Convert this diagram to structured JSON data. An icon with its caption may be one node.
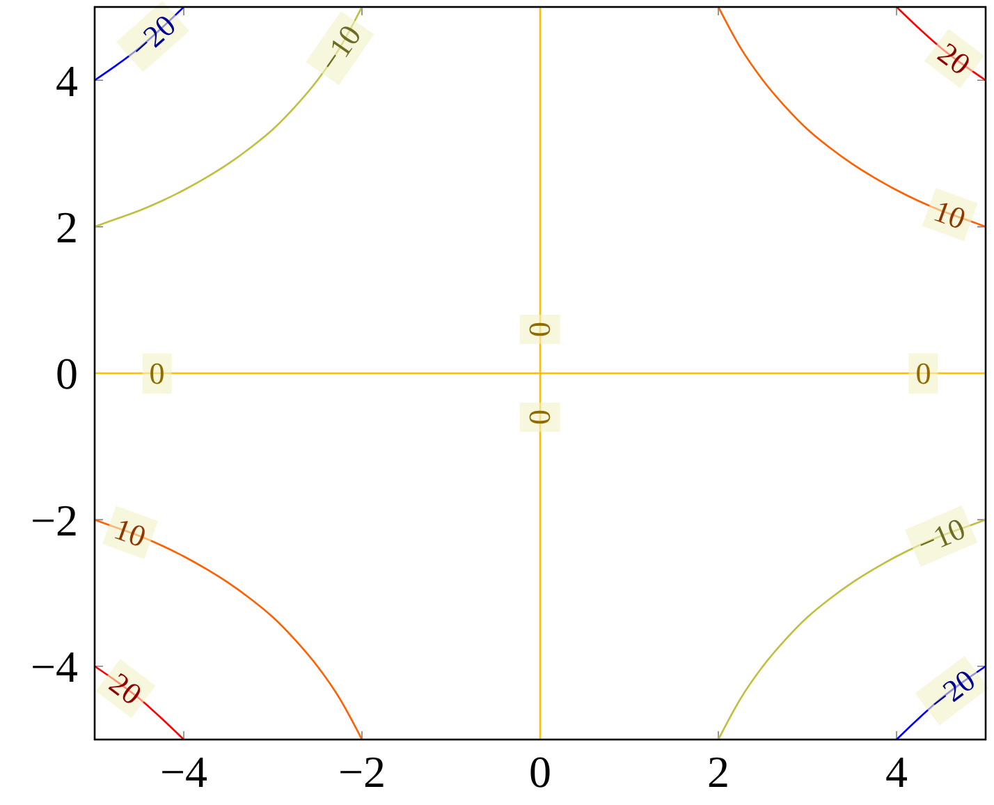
{
  "diagram": {
    "chart_data": {
      "type": "line",
      "x": [
        -5,
        -4.75,
        -4.5,
        -4.25,
        -4,
        -3.75,
        -3.5,
        -3.25,
        -3,
        -2.75,
        -2.5,
        -2.25,
        -2,
        -1.75,
        -1.5,
        -1.25,
        -1,
        -0.75,
        -0.5,
        -0.25,
        0,
        0.25,
        0.5,
        0.75,
        1,
        1.25,
        1.5,
        1.75,
        2,
        2.25,
        2.5,
        2.75,
        3,
        3.25,
        3.5,
        3.75,
        4,
        4.25,
        4.5,
        4.75,
        5
      ],
      "series": [
        {
          "color": "#0000ff",
          "values": [
            4,
            4.21,
            4.44,
            4.71,
            5,
            null,
            null,
            null,
            null,
            null,
            null,
            null,
            null,
            null,
            null,
            null,
            null,
            null,
            null,
            null,
            null,
            null,
            null,
            null,
            null,
            null,
            null,
            null,
            null,
            null,
            null,
            null,
            null,
            null,
            null,
            null,
            null,
            null,
            null,
            null,
            null
          ]
        },
        {
          "color": "#bfbf40",
          "values": [
            2,
            2.11,
            2.22,
            2.35,
            2.5,
            2.67,
            2.86,
            3.08,
            3.33,
            3.64,
            4,
            4.44,
            5,
            null,
            null,
            null,
            null,
            null,
            null,
            null,
            null,
            null,
            null,
            null,
            null,
            null,
            null,
            null,
            null,
            null,
            null,
            null,
            null,
            null,
            null,
            null,
            null,
            null,
            null,
            null,
            null
          ]
        },
        {
          "color": "#ffbf00",
          "values": [
            0,
            0,
            0,
            0,
            0,
            0,
            0,
            0,
            0,
            0,
            0,
            0,
            0,
            0,
            0,
            0,
            0,
            0,
            0,
            0,
            0,
            0,
            0,
            0,
            0,
            0,
            0,
            0,
            0,
            0,
            0,
            0,
            0,
            0,
            0,
            0,
            0,
            0,
            0,
            0,
            0
          ]
        },
        {
          "color": "#ff6000",
          "values": [
            null,
            null,
            null,
            null,
            null,
            null,
            null,
            null,
            null,
            null,
            null,
            null,
            null,
            null,
            null,
            null,
            null,
            null,
            null,
            null,
            null,
            null,
            null,
            null,
            null,
            null,
            null,
            null,
            5,
            4.44,
            4,
            3.64,
            3.33,
            3.08,
            2.86,
            2.67,
            2.5,
            2.35,
            2.22,
            2.11,
            2
          ]
        },
        {
          "color": "#ff0000",
          "values": [
            null,
            null,
            null,
            null,
            null,
            null,
            null,
            null,
            null,
            null,
            null,
            null,
            null,
            null,
            null,
            null,
            null,
            null,
            null,
            null,
            null,
            null,
            null,
            null,
            null,
            null,
            null,
            null,
            null,
            null,
            null,
            null,
            null,
            null,
            null,
            null,
            5,
            4.71,
            4.44,
            4.21,
            4
          ]
        },
        {
          "color": "#ff6000",
          "values": [
            -2,
            -2.11,
            -2.22,
            -2.35,
            -2.5,
            -2.67,
            -2.86,
            -3.08,
            -3.33,
            -3.64,
            -4,
            -4.44,
            -5,
            null,
            null,
            null,
            null,
            null,
            null,
            null,
            null,
            null,
            null,
            null,
            null,
            null,
            null,
            null,
            null,
            null,
            null,
            null,
            null,
            null,
            null,
            null,
            null,
            null,
            null,
            null,
            null
          ]
        },
        {
          "color": "#ff0000",
          "values": [
            -4,
            -4.21,
            -4.44,
            -4.71,
            -5,
            null,
            null,
            null,
            null,
            null,
            null,
            null,
            null,
            null,
            null,
            null,
            null,
            null,
            null,
            null,
            null,
            null,
            null,
            null,
            null,
            null,
            null,
            null,
            null,
            null,
            null,
            null,
            null,
            null,
            null,
            null,
            null,
            null,
            null,
            null,
            null
          ]
        },
        {
          "color": "#bfbf40",
          "values": [
            null,
            null,
            null,
            null,
            null,
            null,
            null,
            null,
            null,
            null,
            null,
            null,
            null,
            null,
            null,
            null,
            null,
            null,
            null,
            null,
            null,
            null,
            null,
            null,
            null,
            null,
            null,
            null,
            -5,
            -4.44,
            -4,
            -3.64,
            -3.33,
            -3.08,
            -2.86,
            -2.67,
            -2.5,
            -2.35,
            -2.22,
            -2.11,
            -2
          ]
        },
        {
          "color": "#0000ff",
          "values": [
            null,
            null,
            null,
            null,
            null,
            null,
            null,
            null,
            null,
            null,
            null,
            null,
            null,
            null,
            null,
            null,
            null,
            null,
            null,
            null,
            null,
            null,
            null,
            null,
            null,
            null,
            null,
            null,
            null,
            null,
            null,
            null,
            null,
            null,
            null,
            null,
            -5,
            -4.71,
            -4.44,
            -4.21,
            -4
          ]
        }
      ],
      "xlim": [
        -5,
        5
      ],
      "ylim": [
        -5,
        5
      ],
      "xticks": [
        {
          "value": -4,
          "label": "−4"
        },
        {
          "value": -2,
          "label": "−2"
        },
        {
          "value": 0,
          "label": "0"
        },
        {
          "value": 2,
          "label": "2"
        },
        {
          "value": 4,
          "label": "4"
        }
      ],
      "yticks": [
        {
          "value": -4,
          "label": "−4"
        },
        {
          "value": -2,
          "label": "−2"
        },
        {
          "value": 0,
          "label": "0"
        },
        {
          "value": 2,
          "label": "2"
        },
        {
          "value": 4,
          "label": "4"
        }
      ],
      "ref_lines": [
        {
          "axis": "x",
          "value": 0,
          "color": "#ffbf00"
        }
      ],
      "annotations": [
        {
          "x": -4.35,
          "y": 4.6,
          "text": "−20"
        },
        {
          "x": -2.25,
          "y": 4.44,
          "text": "−10"
        },
        {
          "x": 4.65,
          "y": 4.3,
          "text": "20"
        },
        {
          "x": 4.6,
          "y": 2.17,
          "text": "10"
        },
        {
          "x": 0,
          "y": 0.6,
          "text": "0"
        },
        {
          "x": -4.3,
          "y": 0,
          "text": "0"
        },
        {
          "x": 4.3,
          "y": 0,
          "text": "0"
        },
        {
          "x": 0,
          "y": -0.6,
          "text": "0"
        },
        {
          "x": -4.6,
          "y": -2.17,
          "text": "10"
        },
        {
          "x": 4.5,
          "y": -2.22,
          "text": "−10"
        },
        {
          "x": -4.65,
          "y": -4.3,
          "text": "20"
        },
        {
          "x": 4.62,
          "y": -4.33,
          "text": "−20"
        }
      ]
    }
  }
}
